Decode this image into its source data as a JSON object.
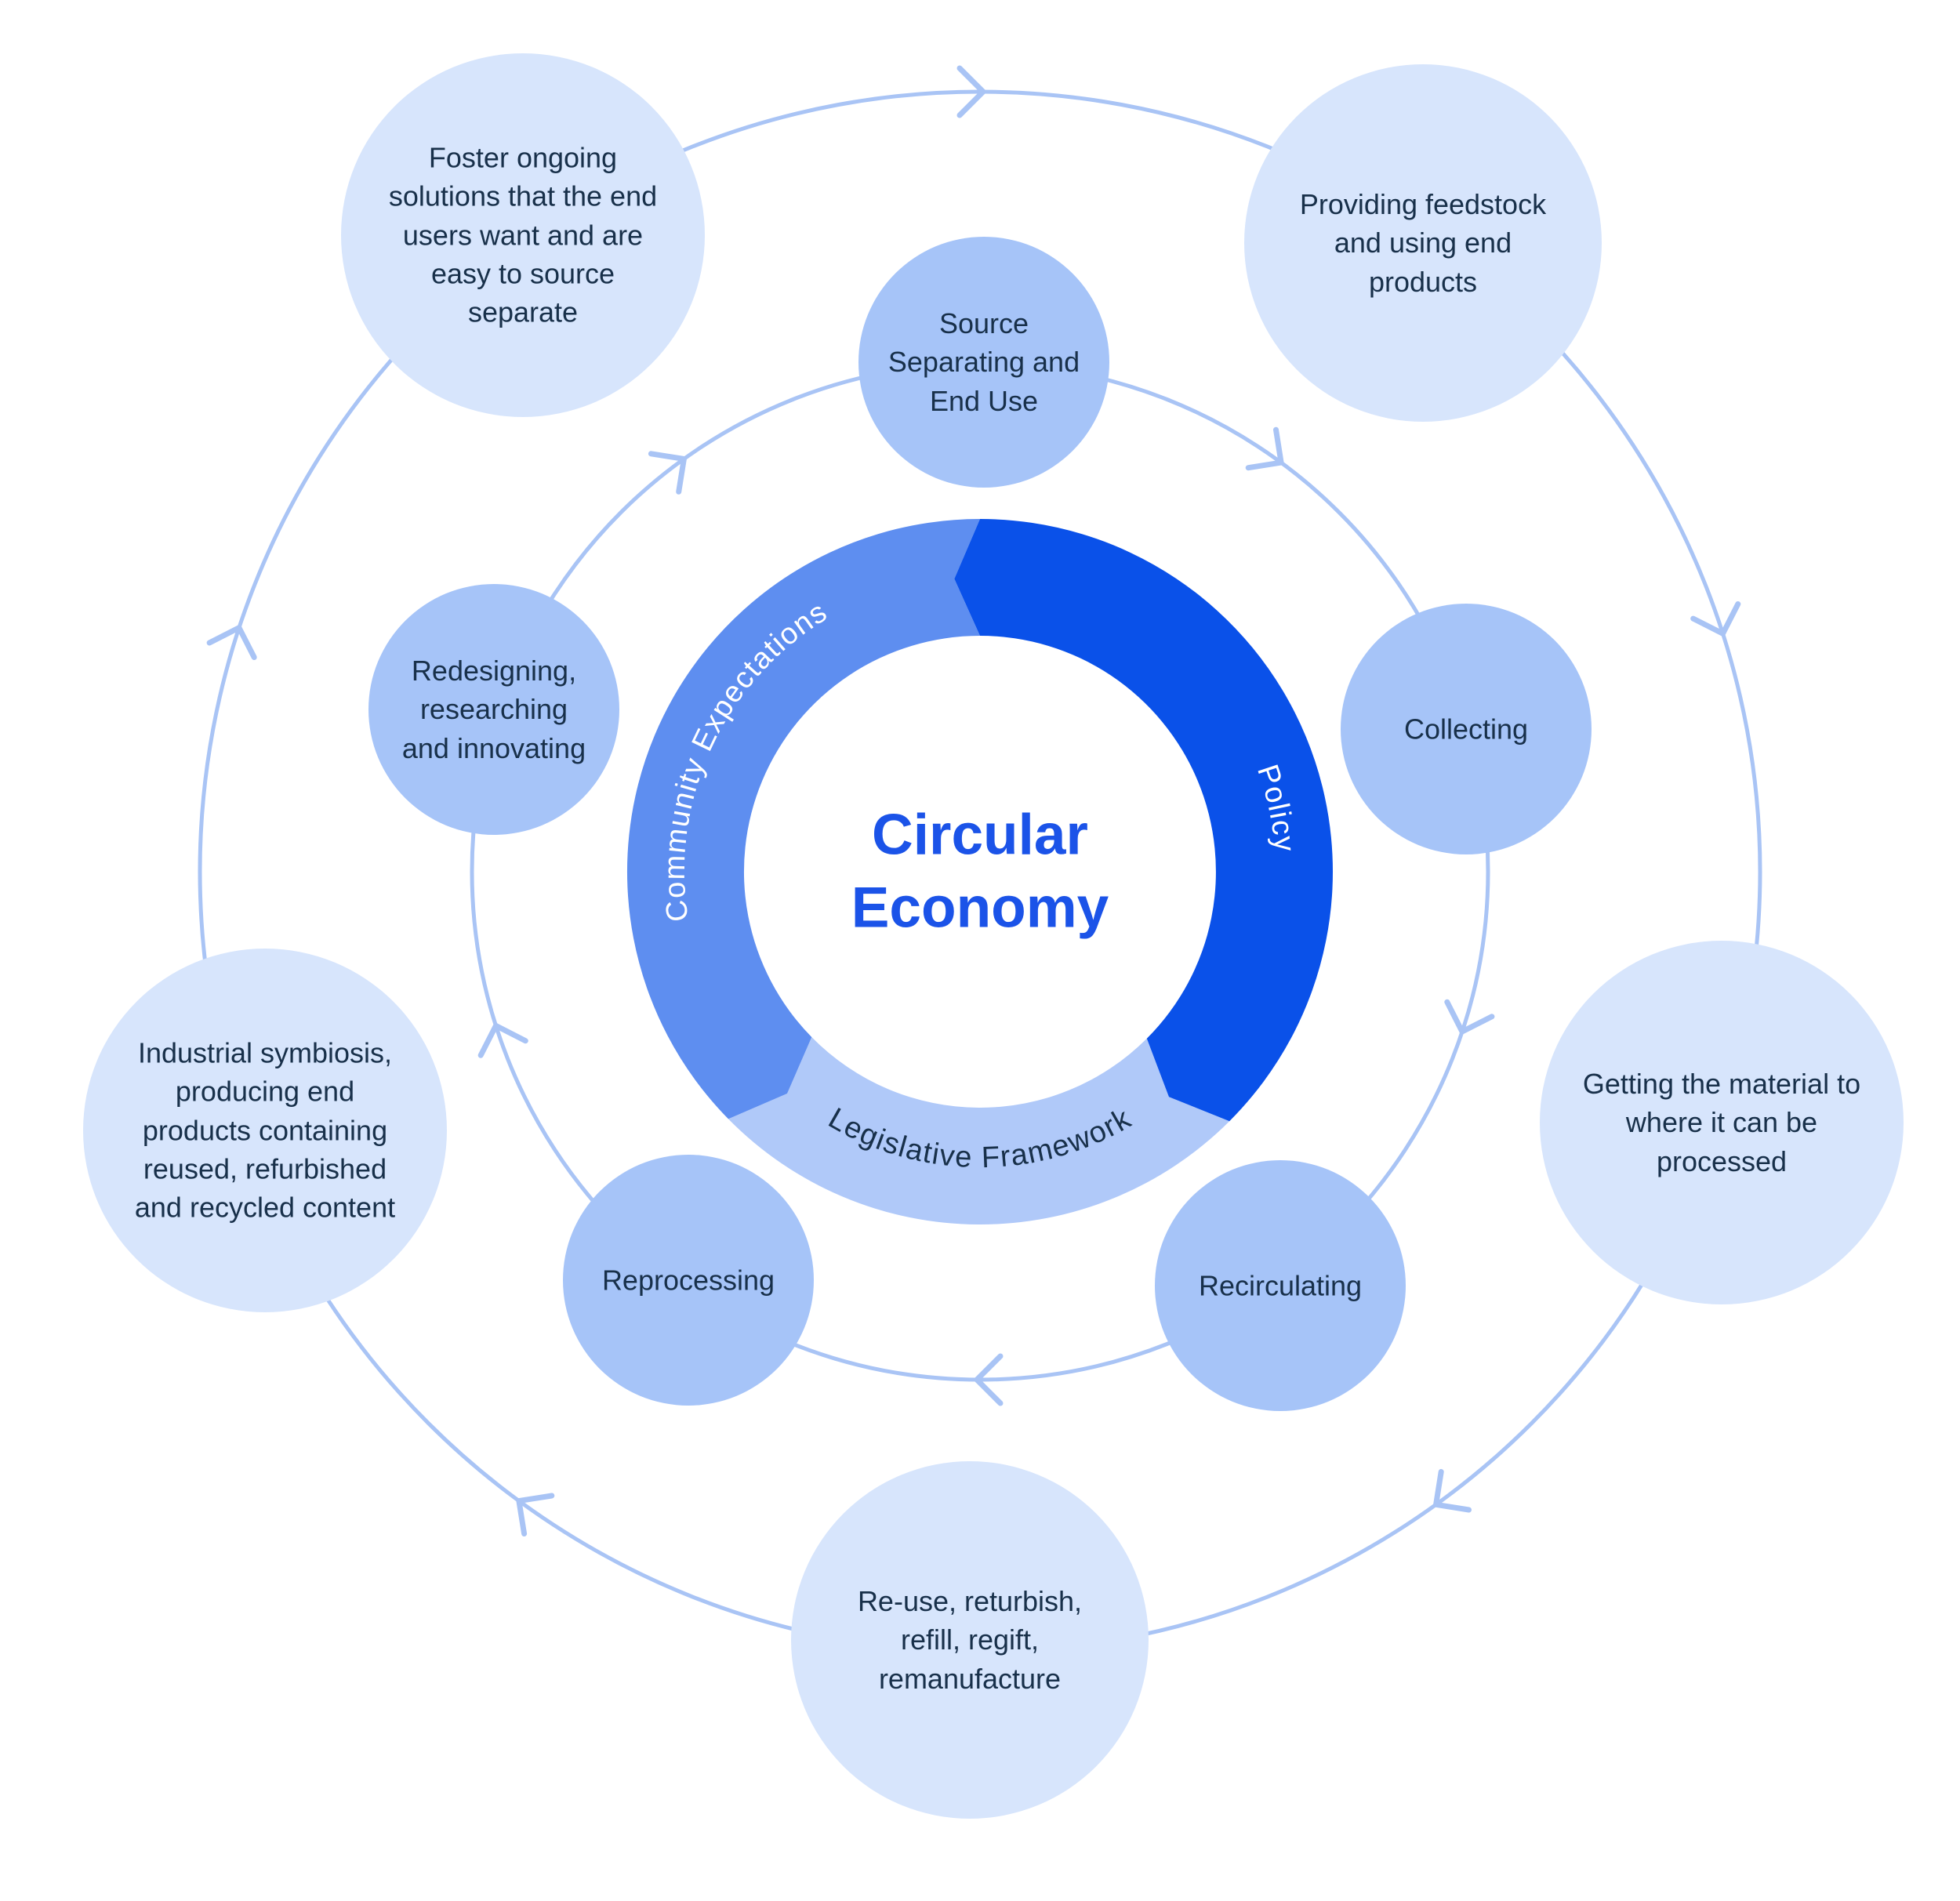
{
  "diagram": {
    "center_title": "Circular Economy",
    "ring_segments": [
      {
        "id": "community",
        "label": "Community Expectations",
        "color": "#5e8ef0",
        "text_color": "#ffffff"
      },
      {
        "id": "policy",
        "label": "Policy",
        "color": "#0a51e9",
        "text_color": "#ffffff"
      },
      {
        "id": "legislative",
        "label": "Legislative Framework",
        "color": "#b0c9f9",
        "text_color": "#18304a"
      }
    ],
    "middle_ring_nodes": [
      {
        "label": "Source Separating and End Use"
      },
      {
        "label": "Collecting"
      },
      {
        "label": "Recirculating"
      },
      {
        "label": "Reprocessing"
      },
      {
        "label": "Redesigning, researching and innovating"
      }
    ],
    "outer_ring_nodes": [
      {
        "label": "Foster ongoing solutions that the end users want and are easy to source separate"
      },
      {
        "label": "Providing feedstock and using end products"
      },
      {
        "label": "Getting the material to where it can be processed"
      },
      {
        "label": "Re-use, returbish, refill, regift, remanufacture"
      },
      {
        "label": "Industrial symbiosis, producing end products containing reused, refurbished and recycled content"
      }
    ],
    "colors": {
      "middle_node_fill": "#a6c4f8",
      "outer_node_fill": "#d7e5fc",
      "orbit_line": "#a9c4f5",
      "node_text": "#18304a",
      "center_title_text": "#1b53e8",
      "background": "#ffffff"
    }
  }
}
